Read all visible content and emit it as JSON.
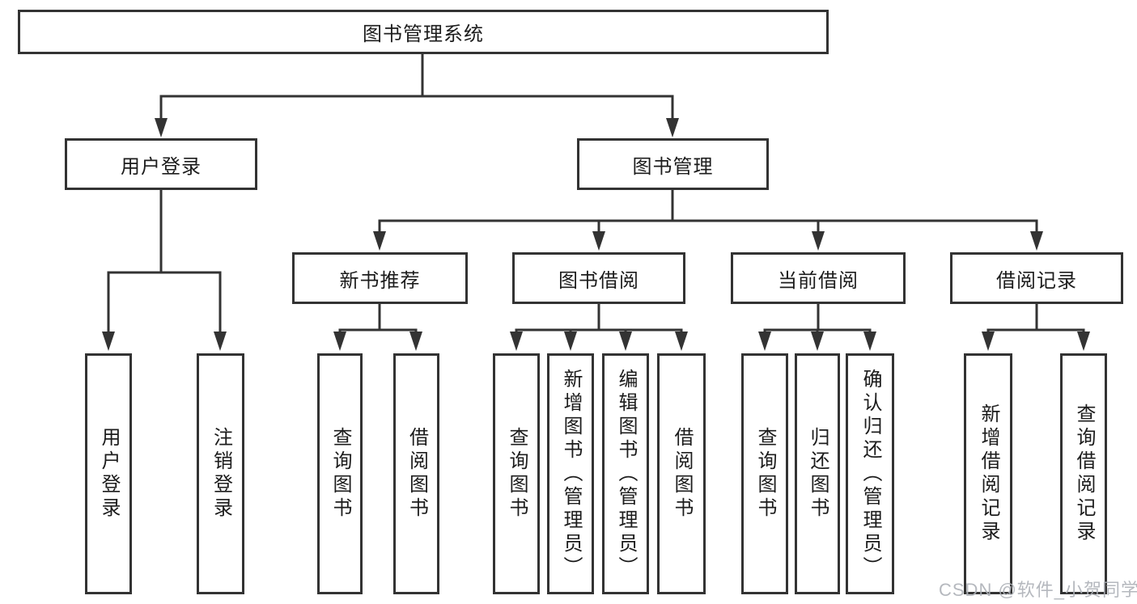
{
  "colors": {
    "line": "#333333",
    "text": "#1c1c1c",
    "watermark": "#adb1b7"
  },
  "tree": {
    "label": "图书管理系统",
    "children": [
      {
        "label": "用户登录",
        "children": [
          {
            "label": "用户登录"
          },
          {
            "label": "注销登录"
          }
        ]
      },
      {
        "label": "图书管理",
        "children": [
          {
            "label": "新书推荐",
            "children": [
              {
                "label": "查询图书"
              },
              {
                "label": "借阅图书"
              }
            ]
          },
          {
            "label": "图书借阅",
            "children": [
              {
                "label": "查询图书"
              },
              {
                "label": "新增图书（管理员）"
              },
              {
                "label": "编辑图书（管理员）"
              },
              {
                "label": "借阅图书"
              }
            ]
          },
          {
            "label": "当前借阅",
            "children": [
              {
                "label": "查询图书"
              },
              {
                "label": "归还图书"
              },
              {
                "label": "确认归还（管理员）"
              }
            ]
          },
          {
            "label": "借阅记录",
            "children": [
              {
                "label": "新增借阅记录"
              },
              {
                "label": "查询借阅记录"
              }
            ]
          }
        ]
      }
    ]
  },
  "watermark": "CSDN @软件_小贺同学"
}
